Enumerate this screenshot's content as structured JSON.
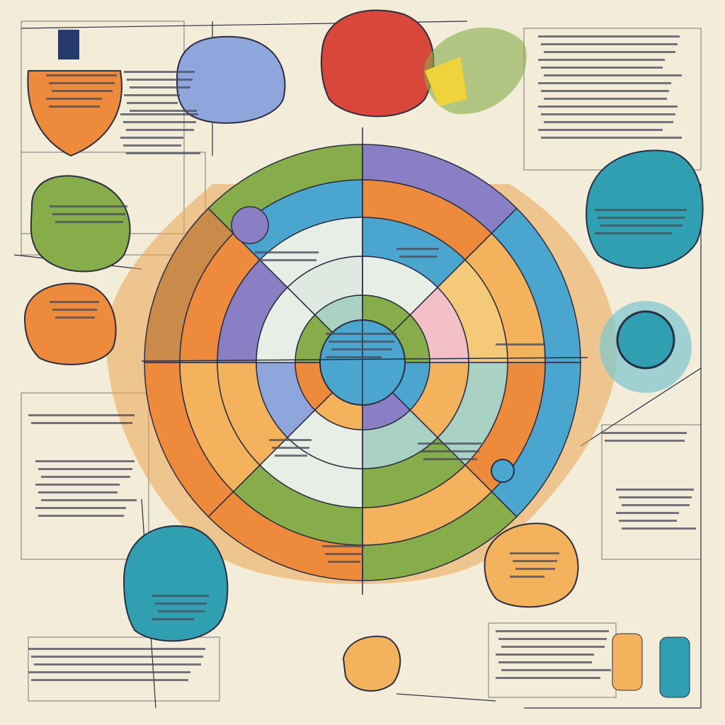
{
  "colors": {
    "background": "#f3ecd9",
    "outline": "#2b2d42",
    "orange": "#ee8a3c",
    "light_orange": "#f4b25c",
    "blue": "#4aa6cf",
    "teal": "#2f9fb1",
    "green": "#86ad4a",
    "purple": "#8a7fc4",
    "periwinkle": "#8fa6dc",
    "red": "#d9473b",
    "pale": "#e7eee6",
    "text_scribble": "#4a4a5a"
  },
  "rings": [
    {
      "colors": [
        "#8a7fc4",
        "#4aa6cf",
        "#4aa6cf",
        "#86ad4a",
        "#ee8a3c",
        "#ee8a3c",
        "#c98a4a",
        "#86ad4a"
      ]
    },
    {
      "colors": [
        "#ee8a3c",
        "#f4b25c",
        "#ee8a3c",
        "#f4b25c",
        "#86ad4a",
        "#f4b25c",
        "#ee8a3c",
        "#4aa6cf"
      ]
    },
    {
      "colors": [
        "#4aa6cf",
        "#f4c97a",
        "#a9d1c4",
        "#86ad4a",
        "#e7eee6",
        "#f4b25c",
        "#8a7fc4",
        "#e7eee6"
      ]
    },
    {
      "colors": [
        "#e7eee6",
        "#f4c0c8",
        "#f4b25c",
        "#a9d1c4",
        "#e7eee6",
        "#8fa6dc",
        "#e7eee6",
        "#dfe9e2"
      ]
    },
    {
      "colors": [
        "#86ad4a",
        "#86ad4a",
        "#4aa6cf",
        "#8a7fc4",
        "#f4b25c",
        "#ee8a3c",
        "#86ad4a",
        "#a9d1c4"
      ]
    }
  ],
  "blobs": [
    {
      "color": "#ee8a3c",
      "name": "orange-shield-top-left"
    },
    {
      "color": "#8fa6dc",
      "name": "blue-bubble-top"
    },
    {
      "color": "#86ad4a",
      "name": "green-bubble-left"
    },
    {
      "color": "#ee8a3c",
      "name": "orange-bubble-left"
    },
    {
      "color": "#2f9fb1",
      "name": "teal-bubble-right"
    },
    {
      "color": "#2f9fb1",
      "name": "teal-bubble-bottom-left"
    },
    {
      "color": "#f4b25c",
      "name": "orange-bubble-bottom-right"
    },
    {
      "color": "#d9473b",
      "name": "red-globe-top"
    },
    {
      "color": "#f4b25c",
      "name": "bulb-bottom"
    }
  ]
}
